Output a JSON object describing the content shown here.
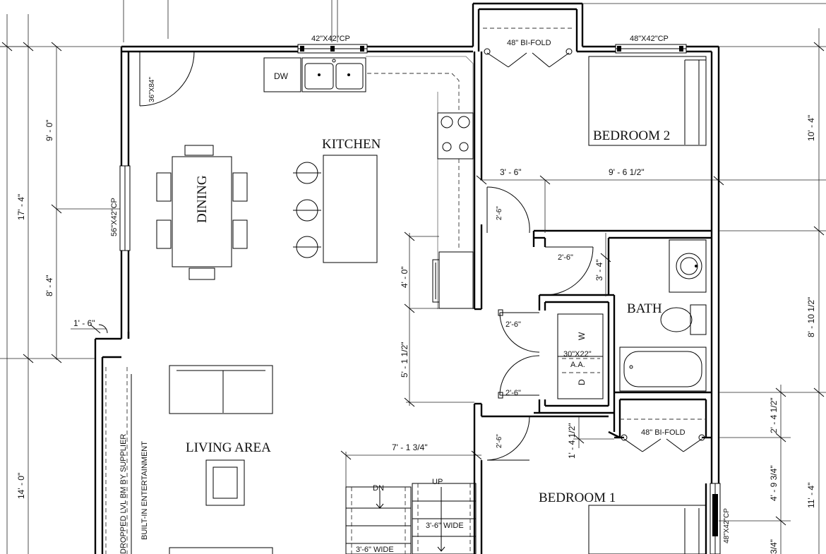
{
  "rooms": {
    "kitchen": "KITCHEN",
    "dining": "DINING",
    "bedroom2": "BEDROOM 2",
    "bath": "BATH",
    "living": "LIVING AREA",
    "bedroom1": "BEDROOM 1"
  },
  "fixtures": {
    "dishwasher": "DW",
    "door_36x84": "36\"X84\"",
    "window_kitchen": "42\"X42\"CP",
    "window_bed2": "48\"X42\"CP",
    "window_dining": "56\"X42\"CP",
    "window_bed1": "48\"X42\"CP",
    "bifold_top": "48\" BI-FOLD",
    "bifold_mid": "48\" BI-FOLD",
    "laundry_size": "30\"X22\"",
    "laundry_aa": "A.A.",
    "washer": "W",
    "dryer": "D",
    "dn": "DN",
    "up": "UP",
    "stair_wide_1": "3'-6\" WIDE",
    "stair_wide_2": "3'-6\" WIDE",
    "dropped_lvl": "DROPPED LVL BM BY SUPPLIER",
    "built_in": "BUILT-IN ENTERTAINMENT"
  },
  "dimensions": {
    "left_17_4": "17' - 4\"",
    "left_9_0": "9' - 0\"",
    "left_8_4": "8' - 4\"",
    "left_14_0": "14' - 0\"",
    "left_1_6": "1' - 6\"",
    "right_10_4": "10' - 4\"",
    "right_8_10": "8' - 10 1/2\"",
    "right_11_4": "11' - 4\"",
    "right_2_4": "2' - 4 1/2\"",
    "right_4_9": "4' - 9 3/4\"",
    "right_3_4": "3/4\"",
    "hall_3_6": "3' - 6\"",
    "hall_9_6": "9' - 6 1/2\"",
    "hall_4_0": "4' - 0\"",
    "hall_5_1": "5' - 1 1/2\"",
    "hall_7_1": "7' - 1 3/4\"",
    "hall_3_4": "3' - 4\"",
    "hall_1_4": "1' - 4 1/2\"",
    "door_26_a": "2'-6\"",
    "door_26_b": "2'-6\"",
    "door_26_c": "2'-6\"",
    "door_26_d": "2'-6\"",
    "door_26_e": "2'-6\""
  }
}
